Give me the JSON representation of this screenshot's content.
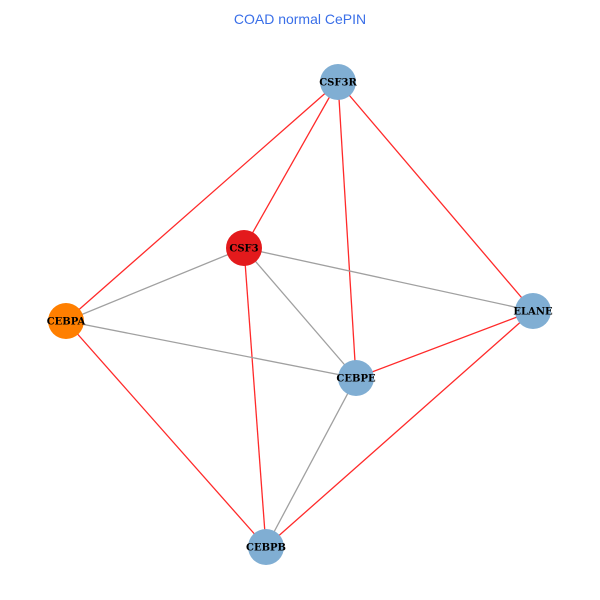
{
  "title": "COAD normal CePIN",
  "colors": {
    "red_edge": "#ff2a2a",
    "gray_edge": "#a0a0a0",
    "blue_node": "#80aed3",
    "red_node": "#e31a1c",
    "orange_node": "#ff7f00"
  },
  "nodes": [
    {
      "id": "CSF3R",
      "label": "CSF3R",
      "color": "#80aed3"
    },
    {
      "id": "CSF3",
      "label": "CSF3",
      "color": "#e31a1c"
    },
    {
      "id": "CEBPA",
      "label": "CEBPA",
      "color": "#ff7f00"
    },
    {
      "id": "ELANE",
      "label": "ELANE",
      "color": "#80aed3"
    },
    {
      "id": "CEBPE",
      "label": "CEBPE",
      "color": "#80aed3"
    },
    {
      "id": "CEBPB",
      "label": "CEBPB",
      "color": "#80aed3"
    }
  ],
  "edges": [
    {
      "source": "CSF3R",
      "target": "CEBPA",
      "type": "red"
    },
    {
      "source": "CSF3R",
      "target": "CSF3",
      "type": "red"
    },
    {
      "source": "CSF3R",
      "target": "CEBPE",
      "type": "red"
    },
    {
      "source": "CSF3R",
      "target": "ELANE",
      "type": "red"
    },
    {
      "source": "CSF3",
      "target": "CEBPB",
      "type": "red"
    },
    {
      "source": "CEBPA",
      "target": "CEBPB",
      "type": "red"
    },
    {
      "source": "ELANE",
      "target": "CEBPE",
      "type": "red"
    },
    {
      "source": "ELANE",
      "target": "CEBPB",
      "type": "red"
    },
    {
      "source": "CSF3",
      "target": "CEBPA",
      "type": "gray"
    },
    {
      "source": "CSF3",
      "target": "ELANE",
      "type": "gray"
    },
    {
      "source": "CSF3",
      "target": "CEBPE",
      "type": "gray"
    },
    {
      "source": "CEBPA",
      "target": "CEBPE",
      "type": "gray"
    },
    {
      "source": "CEBPE",
      "target": "CEBPB",
      "type": "gray"
    }
  ]
}
